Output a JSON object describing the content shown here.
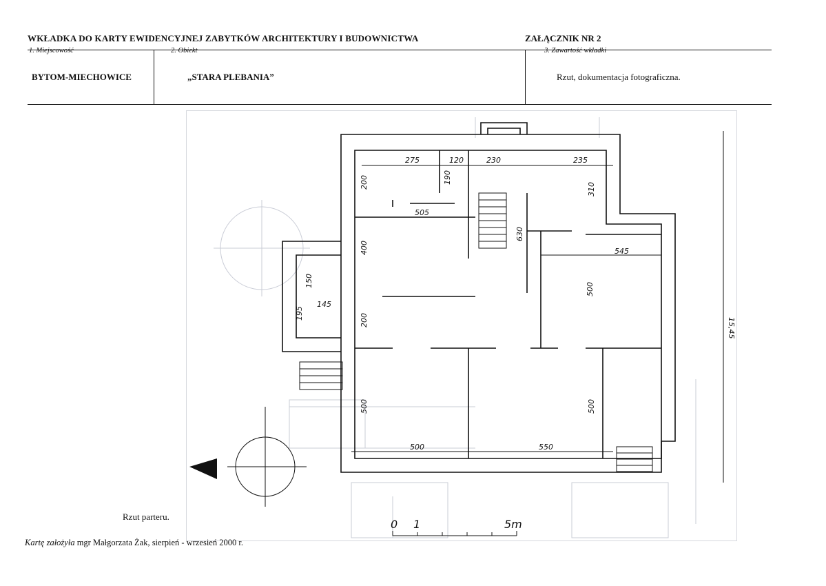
{
  "header": {
    "title": "WKŁADKA DO KARTY EWIDENCYJNEJ ZABYTKÓW ARCHITEKTURY I BUDOWNICTWA",
    "annex": "ZAŁĄCZNIK NR   2"
  },
  "fields": [
    {
      "label": "1.  Miejscowość",
      "value": "BYTOM-MIECHOWICE"
    },
    {
      "label": "2.  Obiekt",
      "value": "„STARA  PLEBANIA”"
    },
    {
      "label": "3.  Zawartość wkładki",
      "value": "Rzut, dokumentacja  fotograficzna."
    }
  ],
  "plan": {
    "caption": "Rzut parteru.",
    "dimensions": [
      "275",
      "120",
      "230",
      "235",
      "200",
      "190",
      "505",
      "310",
      "630",
      "400",
      "545",
      "150",
      "145",
      "195",
      "200",
      "500",
      "500",
      "500",
      "550",
      "500"
    ],
    "side_dimension": "15,45",
    "scale_labels": [
      "0",
      "1",
      "5m"
    ]
  },
  "footer": {
    "prefix": "Kartę założyła",
    "text": "mgr Małgorzata Żak, sierpień - wrzesień  2000 r."
  }
}
